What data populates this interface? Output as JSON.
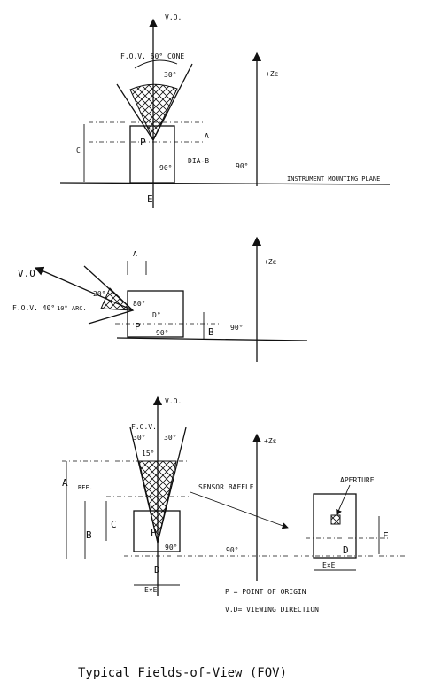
{
  "diagram1": {
    "vo": "V.O.",
    "fov_cone": "F.O.V. 60° CONE",
    "angle_30": "30°",
    "ze": "+Zε",
    "label_a": "A",
    "label_c": "C",
    "label_p": "P",
    "dia_b": "DIA-B",
    "angle_90_inner": "90°",
    "angle_90_outer": "90°",
    "label_e": "E",
    "mounting_plane": "INSTRUMENT MOUNTING PLANE"
  },
  "diagram2": {
    "vo": "V.O",
    "fov": "F.O.V. 40°",
    "arc": "10° ARC.",
    "angle_20": "20°",
    "angle_80": "80°",
    "angle_d": "D°",
    "label_a": "A",
    "label_p": "P",
    "angle_90_inner": "90°",
    "label_b": "B",
    "angle_90_outer": "90°",
    "ze": "+Zε"
  },
  "diagram3": {
    "vo": "V.O.",
    "fov": "F.O.V.",
    "angle_30_left": "30°",
    "angle_30_right": "30°",
    "angle_15": "15°",
    "ze": "+Zε",
    "label_a": "A",
    "ref": "REF.",
    "label_b": "B",
    "label_c": "C",
    "label_p": "P",
    "angle_90_inner": "90°",
    "label_d": "D",
    "exe": "E×E",
    "sensor_baffle": "SENSOR BAFFLE",
    "angle_90_outer": "90°",
    "aperture": "APERTURE",
    "label_f": "F",
    "label_d2": "D",
    "exe2": "E×E"
  },
  "legend": {
    "p_def": "P = POINT OF ORIGIN",
    "vd_def": "V.D= VIEWING DIRECTION"
  },
  "caption": "Typical Fields-of-View (FOV)"
}
